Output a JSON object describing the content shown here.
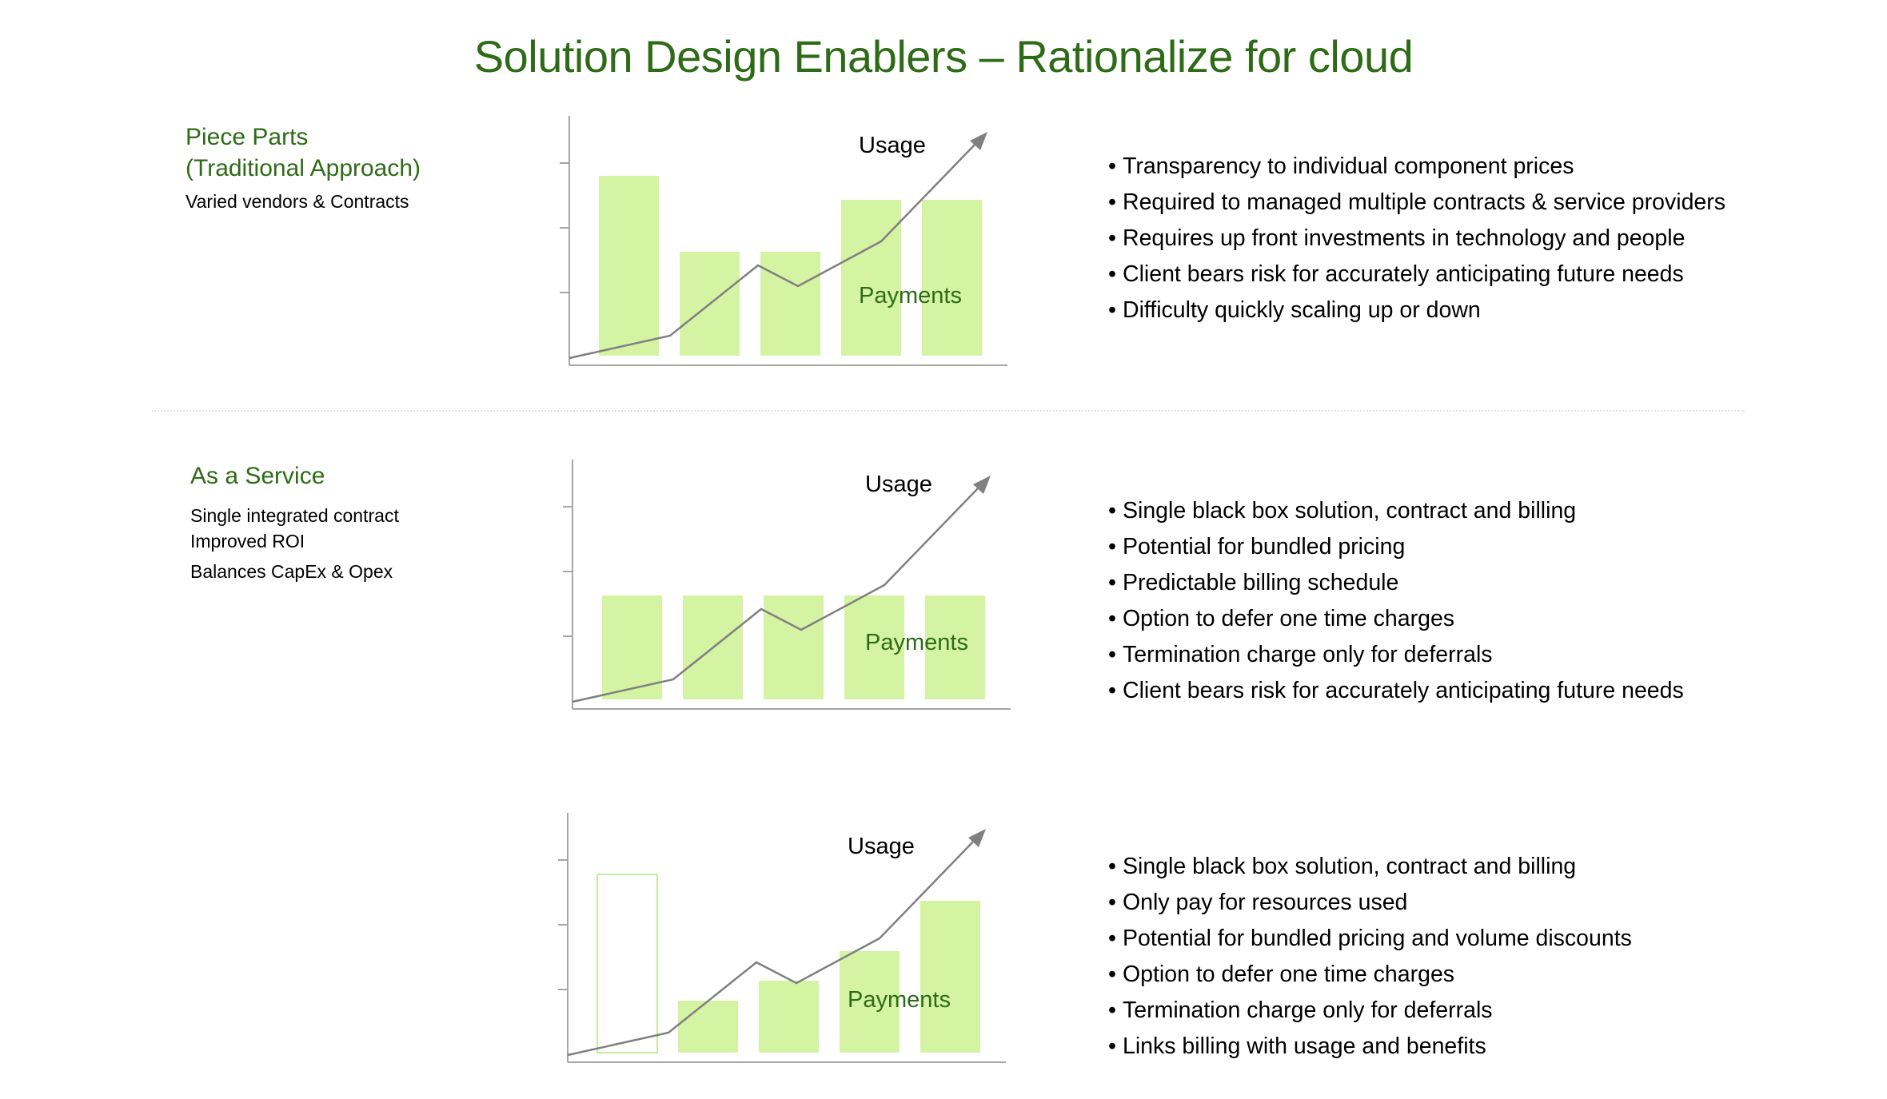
{
  "title": "Solution Design Enablers – Rationalize for cloud",
  "colors": {
    "accent": "#2e6b17",
    "bar_fill": "#d4f3a3",
    "bar_outline": "#c3eea0",
    "line": "#808080",
    "axis": "#a6a6a6"
  },
  "sections": [
    {
      "heading_lines": [
        "Piece Parts",
        "(Traditional Approach)"
      ],
      "notes": [
        "Varied vendors & Contracts"
      ],
      "chart": {
        "usage_label": "Usage",
        "payments_label": "Payments"
      },
      "bullets": [
        "Transparency to individual component prices",
        "Required to managed multiple contracts & service providers",
        "Requires up front investments in technology and people",
        "Client bears risk for accurately anticipating future needs",
        "Difficulty quickly scaling up or down"
      ]
    },
    {
      "heading_lines": [
        "As a Service"
      ],
      "notes": [
        "Single integrated contract",
        "Improved ROI",
        "Balances CapEx & Opex"
      ],
      "chart": {
        "usage_label": "Usage",
        "payments_label": "Payments"
      },
      "bullets": [
        "Single black box solution, contract and billing",
        "Potential for bundled pricing",
        "Predictable billing schedule",
        "Option to defer one time charges",
        "Termination charge only for deferrals",
        "Client bears risk for accurately anticipating future needs"
      ]
    },
    {
      "heading_lines": [],
      "notes": [],
      "chart": {
        "usage_label": "Usage",
        "payments_label": "Payments"
      },
      "bullets": [
        "Single black box solution, contract and billing",
        "Only pay for resources used",
        "Potential for bundled pricing and volume discounts",
        "Option to defer one time charges",
        "Termination charge only for deferrals",
        "Links billing with usage and benefits"
      ]
    }
  ]
}
